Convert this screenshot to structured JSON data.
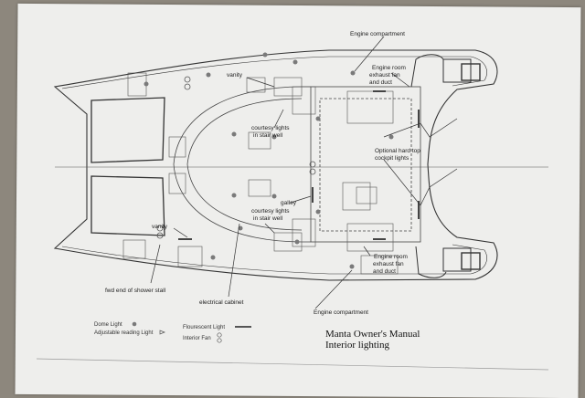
{
  "document": {
    "caption_line1": "Manta Owner's Manual",
    "caption_line2": "Interior lighting"
  },
  "labels": {
    "engine_top": "Engine compartment",
    "engine_room_fan_top_1": "Engine room",
    "engine_room_fan_top_2": "exhaust fan",
    "engine_room_fan_top_3": "and duct",
    "vanity_top": "vanity",
    "courtesy_top_1": "courtesy lights",
    "courtesy_top_2": "in stair well",
    "hardtop_1": "Optional hard top",
    "hardtop_2": "cockpit lights",
    "galley": "galley",
    "courtesy_bottom_1": "courtesy lights",
    "courtesy_bottom_2": "in stair well",
    "vanity_bottom": "vanity",
    "engine_room_fan_bottom_1": "Engine room",
    "engine_room_fan_bottom_2": "exhaust fan",
    "engine_room_fan_bottom_3": "and duct",
    "shower": "fwd end of shower stall",
    "electrical": "electrical cabinet",
    "engine_bottom": "Engine compartment"
  },
  "legend": {
    "dome_light": "Dome Light",
    "reading_light": "Adjustable reading Light",
    "fluorescent": "Flourescent Light",
    "interior_fan": "Interior Fan"
  },
  "colors": {
    "paper": "#eeeeec",
    "ink": "#333333",
    "dome": "#7a7a7a",
    "background": "#8d877d"
  }
}
